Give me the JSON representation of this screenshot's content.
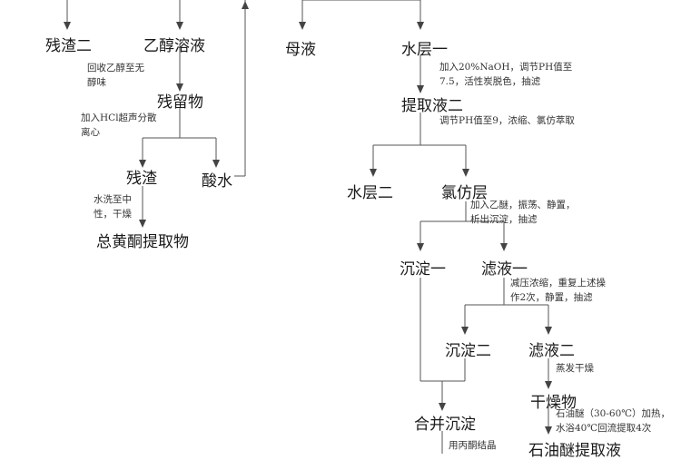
{
  "nodes": {
    "residue2": "残渣二",
    "ethanol_solution": "乙醇溶液",
    "remnant": "残留物",
    "dregs": "残渣",
    "acid_water": "酸水",
    "total_flavonoid": "总黄酮提取物",
    "mother_liquor": "母液",
    "water_layer1": "水层一",
    "extract2": "提取液二",
    "water_layer2": "水层二",
    "chloroform_layer": "氯仿层",
    "precipitate1": "沉淀一",
    "filtrate1": "滤液一",
    "precipitate2": "沉淀二",
    "filtrate2": "滤液二",
    "combined_precipitate": "合并沉淀",
    "dried": "干燥物",
    "petroleum_extract": "石油醚提取液"
  },
  "notes": {
    "recover_ethanol": [
      "回收乙醇至无",
      "醇味"
    ],
    "add_hcl": [
      "加入HCl超声分散",
      "离心"
    ],
    "wash_neutral": [
      "水洗至中",
      "性，干燥"
    ],
    "add_naoh": [
      "加入20%NaOH，调节PH值至",
      "7.5，活性炭脱色，抽滤"
    ],
    "adjust_ph9": [
      "调节PH值至9，浓缩、氯仿萃取"
    ],
    "add_ether": [
      "加入乙醚，振荡、静置，",
      "析出沉淀，抽滤"
    ],
    "reduce_pressure": [
      "减压浓缩，重复上述操",
      "作2次，静置，抽滤"
    ],
    "evaporate_dry": [
      "蒸发干燥"
    ],
    "petroleum_ether": [
      "石油醚（30-60℃）加热，",
      "水浴40℃回流提取4次"
    ],
    "acetone_crystal": [
      "用丙酮结晶"
    ]
  }
}
